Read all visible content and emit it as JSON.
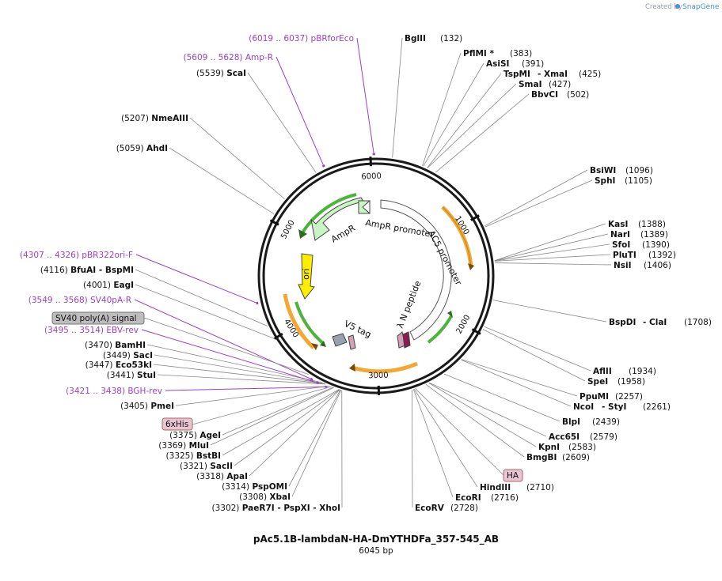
{
  "header": {
    "credit_text": "Created by",
    "credit_brand": "SnapGene"
  },
  "plasmid": {
    "name": "pAc5.1B-lambdaN-HA-DmYTHDFa_357-545_AB",
    "length": "6045 bp"
  },
  "colors": {
    "primer": "#9b3fc4",
    "ampr": "#c9f5c4",
    "ori": "#ffee00",
    "orf_arc": "#f3a833",
    "green_arrow": "#4db33d",
    "tag_fill": "#e9c4d2"
  },
  "ticks": [
    {
      "pos": 1000,
      "label": "1000"
    },
    {
      "pos": 2000,
      "label": "2000"
    },
    {
      "pos": 3000,
      "label": "3000"
    },
    {
      "pos": 4000,
      "label": "4000"
    },
    {
      "pos": 5000,
      "label": "5000"
    },
    {
      "pos": 6000,
      "label": "6000"
    }
  ],
  "features": [
    {
      "name": "AmpR",
      "label": "AmpR"
    },
    {
      "name": "AmpR promoter",
      "label": "AmpR promoter"
    },
    {
      "name": "Ac5 promoter",
      "label": "AC5 promoter"
    },
    {
      "name": "ori",
      "label": "ori"
    },
    {
      "name": "lambda N peptide",
      "label": "λ N peptide"
    },
    {
      "name": "V5 tag",
      "label": "V5 tag"
    }
  ],
  "sites": [
    {
      "name": "BglII",
      "pos": 132,
      "text_name": "BglII",
      "text_pos": "(132)",
      "side": "right"
    },
    {
      "name": "PflMI",
      "pos": 383,
      "text_name": "PflMI *",
      "text_pos": "(383)",
      "side": "right"
    },
    {
      "name": "AsiSI",
      "pos": 391,
      "text_name": "AsiSI",
      "text_pos": "(391)",
      "side": "right"
    },
    {
      "name": "TspMI - XmaI",
      "pos": 425,
      "text_name": "TspMI",
      "text_name2": "- XmaI",
      "text_pos": "(425)",
      "side": "right"
    },
    {
      "name": "SmaI",
      "pos": 427,
      "text_name": "SmaI",
      "text_pos": "(427)",
      "side": "right"
    },
    {
      "name": "BbvCI",
      "pos": 502,
      "text_name": "BbvCI",
      "text_pos": "(502)",
      "side": "right"
    },
    {
      "name": "BsiWI",
      "pos": 1096,
      "text_name": "BsiWI",
      "text_pos": "(1096)",
      "side": "right"
    },
    {
      "name": "SphI",
      "pos": 1105,
      "text_name": "SphI",
      "text_pos": "(1105)",
      "side": "right"
    },
    {
      "name": "KasI",
      "pos": 1388,
      "text_name": "KasI",
      "text_pos": "(1388)",
      "side": "right"
    },
    {
      "name": "NarI",
      "pos": 1389,
      "text_name": "NarI",
      "text_pos": "(1389)",
      "side": "right"
    },
    {
      "name": "SfoI",
      "pos": 1390,
      "text_name": "SfoI",
      "text_pos": "(1390)",
      "side": "right"
    },
    {
      "name": "PluTI",
      "pos": 1392,
      "text_name": "PluTI",
      "text_pos": "(1392)",
      "side": "right"
    },
    {
      "name": "NsiI",
      "pos": 1406,
      "text_name": "NsiI",
      "text_pos": "(1406)",
      "side": "right"
    },
    {
      "name": "BspDI - ClaI",
      "pos": 1708,
      "text_name": "BspDI",
      "text_name2": "- ClaI",
      "text_pos": "(1708)",
      "side": "right"
    },
    {
      "name": "AflII",
      "pos": 1934,
      "text_name": "AflII",
      "text_pos": "(1934)",
      "side": "right"
    },
    {
      "name": "SpeI",
      "pos": 1958,
      "text_name": "SpeI",
      "text_pos": "(1958)",
      "side": "right"
    },
    {
      "name": "PpuMI",
      "pos": 2257,
      "text_name": "PpuMI",
      "text_pos": "(2257)",
      "side": "right"
    },
    {
      "name": "NcoI - StyI",
      "pos": 2261,
      "text_name": "NcoI",
      "text_name2": "- StyI",
      "text_pos": "(2261)",
      "side": "right"
    },
    {
      "name": "BlpI",
      "pos": 2439,
      "text_name": "BlpI",
      "text_pos": "(2439)",
      "side": "right"
    },
    {
      "name": "Acc65I",
      "pos": 2579,
      "text_name": "Acc65I",
      "text_pos": "(2579)",
      "side": "right"
    },
    {
      "name": "KpnI",
      "pos": 2583,
      "text_name": "KpnI",
      "text_pos": "(2583)",
      "side": "right"
    },
    {
      "name": "BmgBI",
      "pos": 2609,
      "text_name": "BmgBI",
      "text_pos": "(2609)",
      "side": "right"
    },
    {
      "name": "HindIII",
      "pos": 2710,
      "text_name": "HindIII",
      "text_pos": "(2710)",
      "side": "right"
    },
    {
      "name": "EcoRI",
      "pos": 2716,
      "text_name": "EcoRI",
      "text_pos": "(2716)",
      "side": "right"
    },
    {
      "name": "EcoRV",
      "pos": 2728,
      "text_name": "EcoRV",
      "text_pos": "(2728)",
      "side": "right"
    },
    {
      "name": "PaeR7I - PspXI - XhoI",
      "pos": 3302,
      "text_name": "PaeR7I",
      "text_name2": "- PspXI",
      "text_name3": "- XhoI",
      "text_pos": "(3302)",
      "side": "left"
    },
    {
      "name": "XbaI",
      "pos": 3308,
      "text_name": "XbaI",
      "text_pos": "(3308)",
      "side": "left"
    },
    {
      "name": "PspOMI",
      "pos": 3314,
      "text_name": "PspOMI",
      "text_pos": "(3314)",
      "side": "left"
    },
    {
      "name": "ApaI",
      "pos": 3318,
      "text_name": "ApaI",
      "text_pos": "(3318)",
      "side": "left"
    },
    {
      "name": "SacII",
      "pos": 3321,
      "text_name": "SacII",
      "text_pos": "(3321)",
      "side": "left"
    },
    {
      "name": "BstBI",
      "pos": 3325,
      "text_name": "BstBI",
      "text_pos": "(3325)",
      "side": "left"
    },
    {
      "name": "MluI",
      "pos": 3369,
      "text_name": "MluI",
      "text_pos": "(3369)",
      "side": "left"
    },
    {
      "name": "AgeI",
      "pos": 3375,
      "text_name": "AgeI",
      "text_pos": "(3375)",
      "side": "left"
    },
    {
      "name": "PmeI",
      "pos": 3405,
      "text_name": "PmeI",
      "text_pos": "(3405)",
      "side": "left"
    },
    {
      "name": "StuI",
      "pos": 3441,
      "text_name": "StuI",
      "text_pos": "(3441)",
      "side": "left"
    },
    {
      "name": "Eco53kI",
      "pos": 3447,
      "text_name": "Eco53kI",
      "text_pos": "(3447)",
      "side": "left"
    },
    {
      "name": "SacI",
      "pos": 3449,
      "text_name": "SacI",
      "text_pos": "(3449)",
      "side": "left"
    },
    {
      "name": "BamHI",
      "pos": 3470,
      "text_name": "BamHI",
      "text_pos": "(3470)",
      "side": "left"
    },
    {
      "name": "EagI",
      "pos": 4001,
      "text_name": "EagI",
      "text_pos": "(4001)",
      "side": "left"
    },
    {
      "name": "BfuAI - BspMI",
      "pos": 4116,
      "text_name": "BfuAI",
      "text_name2": "- BspMI",
      "text_pos": "(4116)",
      "side": "left"
    },
    {
      "name": "AhdI",
      "pos": 5059,
      "text_name": "AhdI",
      "text_pos": "(5059)",
      "side": "left"
    },
    {
      "name": "NmeAIII",
      "pos": 5207,
      "text_name": "NmeAIII",
      "text_pos": "(5207)",
      "side": "left"
    },
    {
      "name": "ScaI",
      "pos": 5539,
      "text_name": "ScaI",
      "text_pos": "(5539)",
      "side": "left"
    }
  ],
  "primers": [
    {
      "name": "pBRforEco",
      "range": "(6019 .. 6037)",
      "pos": 6028
    },
    {
      "name": "Amp-R",
      "range": "(5609 .. 5628)",
      "pos": 5618
    },
    {
      "name": "pBR322ori-F",
      "range": "(4307 .. 4326)",
      "pos": 4316
    },
    {
      "name": "SV40pA-R",
      "range": "(3549 .. 3568)",
      "pos": 3558
    },
    {
      "name": "EBV-rev",
      "range": "(3495 .. 3514)",
      "pos": 3504
    },
    {
      "name": "BGH-rev",
      "range": "(3421 .. 3438)",
      "pos": 3430
    }
  ],
  "boxed_labels": [
    {
      "name": "SV40 poly(A) signal",
      "label": "SV40 poly(A) signal",
      "pos": 3600
    },
    {
      "name": "6xHis",
      "label": "6xHis",
      "pos": 3390
    },
    {
      "name": "HA",
      "label": "HA",
      "pos": 2700
    }
  ]
}
